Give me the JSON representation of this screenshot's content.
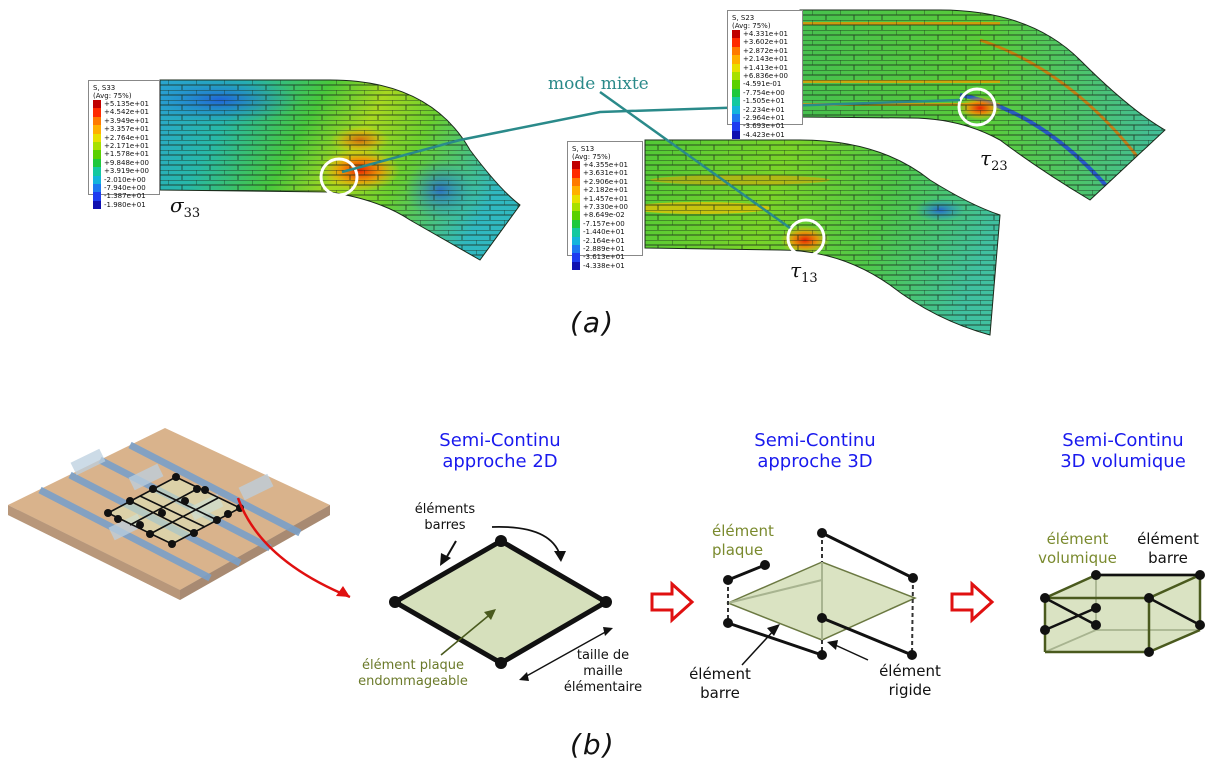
{
  "panel_a": {
    "label": "(a)",
    "mode_label": "mode mixte",
    "symbols": {
      "s33": {
        "base": "σ",
        "sub": "33"
      },
      "t13": {
        "base": "τ",
        "sub": "13"
      },
      "t23": {
        "base": "τ",
        "sub": "23"
      }
    },
    "legend_colors": [
      "#c00000",
      "#ff2a00",
      "#ff7a00",
      "#ffb000",
      "#e8e000",
      "#a8e000",
      "#5ad000",
      "#1ec83c",
      "#14c8a0",
      "#14b4dc",
      "#1e78f0",
      "#1e3cf0",
      "#1010b0"
    ],
    "legend_s33": {
      "title": "S, S33",
      "avg": "(Avg: 75%)",
      "values": [
        "+5.135e+01",
        "+4.542e+01",
        "+3.949e+01",
        "+3.357e+01",
        "+2.764e+01",
        "+2.171e+01",
        "+1.578e+01",
        "+9.848e+00",
        "+3.919e+00",
        "-2.010e+00",
        "-7.940e+00",
        "-1.387e+01",
        "-1.980e+01"
      ]
    },
    "legend_s13": {
      "title": "S, S13",
      "avg": "(Avg: 75%)",
      "values": [
        "+4.355e+01",
        "+3.631e+01",
        "+2.906e+01",
        "+2.182e+01",
        "+1.457e+01",
        "+7.330e+00",
        "+8.649e-02",
        "-7.157e+00",
        "-1.440e+01",
        "-2.164e+01",
        "-2.889e+01",
        "-3.613e+01",
        "-4.338e+01"
      ]
    },
    "legend_s23": {
      "title": "S, S23",
      "avg": "(Avg: 75%)",
      "values": [
        "+4.331e+01",
        "+3.602e+01",
        "+2.872e+01",
        "+2.143e+01",
        "+1.413e+01",
        "+6.836e+00",
        "-4.591e-01",
        "-7.754e+00",
        "-1.505e+01",
        "-2.234e+01",
        "-2.964e+01",
        "-3.693e+01",
        "-4.423e+01"
      ]
    }
  },
  "panel_b": {
    "label": "(b)",
    "titles": [
      {
        "line1": "Semi-Continu",
        "line2": "approche 2D"
      },
      {
        "line1": "Semi-Continu",
        "line2": "approche 3D"
      },
      {
        "line1": "Semi-Continu",
        "line2": "3D volumique"
      }
    ],
    "annotations": {
      "elements_barres": "éléments\nbarres",
      "plaque_endo": "élément plaque\nendommageable",
      "taille": "taille de\nmaille\nélémentaire",
      "element_plaque": "élément\nplaque",
      "element_barre_3d": "élément\nbarre",
      "element_rigide": "élément\nrigide",
      "element_volumique": "élément\nvolumique",
      "element_barre_vol": "élément\nbarre"
    },
    "colors": {
      "plate_fill": "#d6e0bc",
      "plate_stroke": "#5c6b2e",
      "arrow_red": "#e01010",
      "title_blue": "#1a1aee",
      "green_text": "#7a8a2e"
    }
  }
}
